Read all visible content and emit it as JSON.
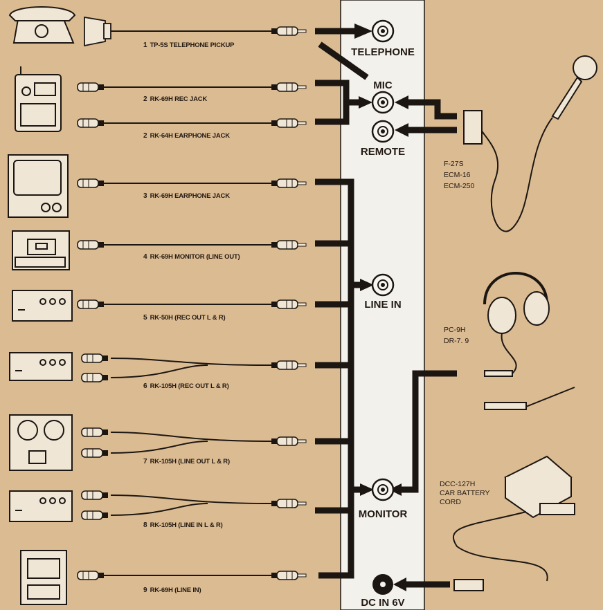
{
  "cables": [
    {
      "num": "1",
      "label": "TP-5S TELEPHONE PICKUP"
    },
    {
      "num": "2",
      "label": "RK-69H REC JACK"
    },
    {
      "num": "2",
      "label": "RK-64H EARPHONE JACK"
    },
    {
      "num": "3",
      "label": "RK-69H EARPHONE JACK"
    },
    {
      "num": "4",
      "label": "RK-69H MONITOR (LINE OUT)"
    },
    {
      "num": "5",
      "label": "RK-50H (REC OUT L & R)"
    },
    {
      "num": "6",
      "label": "RK-105H (REC OUT L & R)"
    },
    {
      "num": "7",
      "label": "RK-105H (LINE OUT L & R)"
    },
    {
      "num": "8",
      "label": "RK-105H (LINE IN L & R)"
    },
    {
      "num": "9",
      "label": "RK-69H (LINE IN)"
    }
  ],
  "jacks": {
    "telephone": "TELEPHONE",
    "mic": "MIC",
    "remote": "REMOTE",
    "line_in": "LINE IN",
    "monitor": "MONITOR",
    "dc_in": "DC IN 6V"
  },
  "accessories": {
    "mic_models": [
      "F-27S",
      "ECM-16",
      "ECM-250"
    ],
    "headphone_models": [
      "PC-9H",
      "DR-7. 9"
    ],
    "battery": [
      "DCC-127H",
      "CAR BATTERY",
      "CORD"
    ]
  },
  "colors": {
    "background": "#dbbb92",
    "panel": "#f3f1ec",
    "ink": "#1c1612"
  }
}
